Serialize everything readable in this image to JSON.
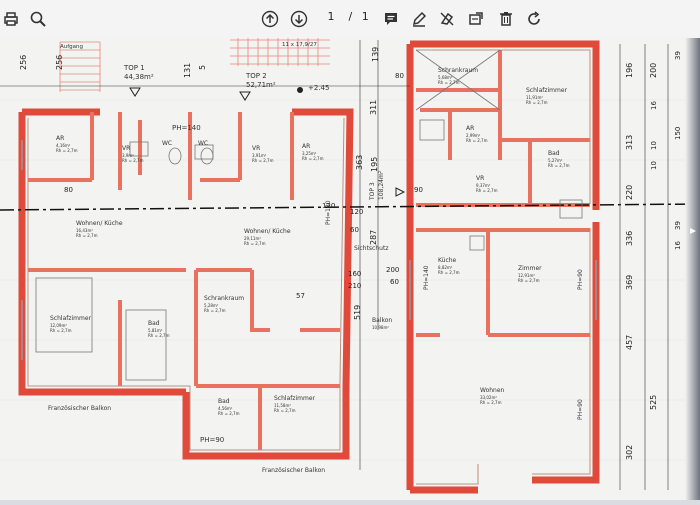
{
  "toolbar": {
    "page_current": "1",
    "page_separator": "/",
    "page_total": "1",
    "icons": [
      "print-icon",
      "zoom-icon",
      "page-up-icon",
      "page-down-icon",
      "comment-icon",
      "pen-icon",
      "erase-icon",
      "stamp-icon",
      "delete-icon",
      "rotate-icon"
    ]
  },
  "plan": {
    "units": [
      {
        "name": "TOP 1",
        "area": "44,38m²"
      },
      {
        "name": "TOP 2",
        "area": "52,71m²"
      },
      {
        "name": "TOP 3",
        "area": "108,24m²"
      }
    ],
    "level": "+2.45",
    "rooms": [
      {
        "name": "AR",
        "area": "4,16m²",
        "height": "Rh = 2,7m"
      },
      {
        "name": "VR",
        "area": "3,9m²",
        "height": "Rh = 2,7m"
      },
      {
        "name": "WC",
        "area": "",
        "height": ""
      },
      {
        "name": "WC",
        "area": "",
        "height": ""
      },
      {
        "name": "VR",
        "area": "3,91m²",
        "height": "Rh = 2,7m"
      },
      {
        "name": "AR",
        "area": "3,25m²",
        "height": "Rh = 2,7m"
      },
      {
        "name": "Wohnen/ Küche",
        "area": "16,43m²",
        "height": "Rh = 2,7m"
      },
      {
        "name": "Wohnen/ Küche",
        "area": "29,11m²",
        "height": "Rh = 2,7m"
      },
      {
        "name": "Schlafzimmer",
        "area": "12,09m²",
        "height": "Rh = 2,7m"
      },
      {
        "name": "Bad",
        "area": "5,81m²",
        "height": "Rh = 2,7m"
      },
      {
        "name": "Schrankraum",
        "area": "5,28m²",
        "height": "Rh = 2,7m"
      },
      {
        "name": "Bad",
        "area": "4,56m²",
        "height": "Rh = 2,7m"
      },
      {
        "name": "Schlafzimmer",
        "area": "11,58m²",
        "height": "Rh = 2,7m"
      },
      {
        "name": "Schrankraum",
        "area": "5,68m²",
        "height": "Rh = 2,7m"
      },
      {
        "name": "Schlafzimmer",
        "area": "11,91m²",
        "height": "Rh = 2,7m"
      },
      {
        "name": "AR",
        "area": "2,99m²",
        "height": "Rh = 2,7m"
      },
      {
        "name": "Bad",
        "area": "5,27m²",
        "height": "Rh = 2,7m"
      },
      {
        "name": "VR",
        "area": "9,37m²",
        "height": "Rh = 2,7m"
      },
      {
        "name": "Küche",
        "area": "8,82m²",
        "height": "Rh = 2,7m"
      },
      {
        "name": "Zimmer",
        "area": "12,91m²",
        "height": "Rh = 2,7m"
      },
      {
        "name": "Wohnen",
        "area": "33,02m²",
        "height": "Rh = 2,7m"
      },
      {
        "name": "Balkon",
        "area": "10,98m²",
        "height": ""
      }
    ],
    "labels": {
      "balcony_left": "Französischer Balkon",
      "balcony_bottom": "Französischer Balkon",
      "sichtschutz": "Sichtschutz",
      "ph90": "PH=90",
      "ph140": "PH=140",
      "ph130": "PH=130",
      "ph140b": "PH=140",
      "ph90b": "PH=90",
      "ph90c": "PH=90",
      "aufgang": "Aufgang",
      "stairs": "11 x 17,9/27"
    },
    "dims_top": [
      "256",
      "256",
      "131",
      "5",
      "139",
      "80",
      "196",
      "200",
      "16",
      "39",
      "150",
      "39"
    ],
    "dims_right": [
      "313",
      "220",
      "336",
      "369",
      "457",
      "525",
      "302",
      "10",
      "10",
      "16"
    ],
    "dims_misc": [
      "80",
      "120",
      "90",
      "200",
      "160",
      "210",
      "60",
      "57",
      "519",
      "363",
      "195",
      "311",
      "287",
      "120",
      "60"
    ]
  }
}
